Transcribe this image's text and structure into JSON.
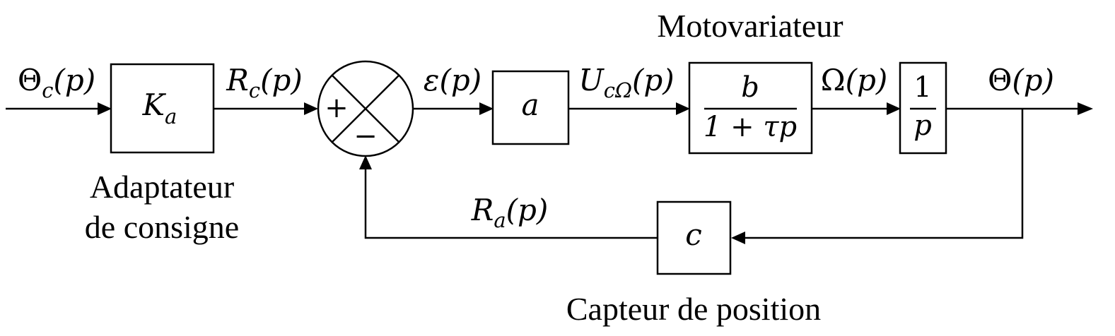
{
  "signals": {
    "input": {
      "main": "Θ",
      "sub": "c",
      "arg": "(p)"
    },
    "after_gain": {
      "main": "R",
      "sub": "c",
      "arg": "(p)"
    },
    "error": {
      "main": "ε",
      "arg": "(p)"
    },
    "voltage": {
      "main": "U",
      "sub": "cΩ",
      "arg": "(p)"
    },
    "speed": {
      "main": "Ω",
      "arg": "(p)"
    },
    "output": {
      "main": "Θ",
      "arg": "(p)"
    },
    "feedback": {
      "main": "R",
      "sub": "a",
      "arg": "(p)"
    }
  },
  "blocks": {
    "adapter": {
      "main": "K",
      "sub": "a"
    },
    "amplifier": {
      "label": "a"
    },
    "motor": {
      "numerator": "b",
      "denominator": "1 + τp"
    },
    "integrator": {
      "numerator": "1",
      "denominator": "p"
    },
    "sensor": {
      "label": "c"
    }
  },
  "summer": {
    "plus": "+",
    "minus": "−"
  },
  "captions": {
    "adapter_line1": "Adaptateur",
    "adapter_line2": "de consigne",
    "motor": "Motovariateur",
    "sensor": "Capteur de position"
  }
}
